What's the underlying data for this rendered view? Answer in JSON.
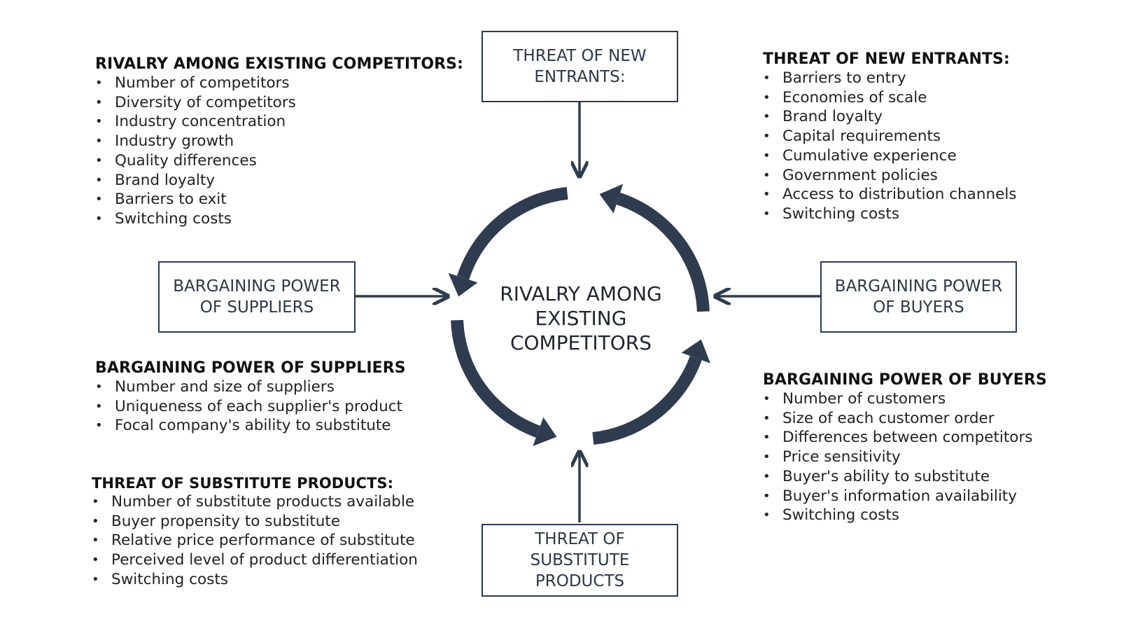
{
  "boxes": {
    "new_entrants": "THREAT OF NEW\nENTRANTS:",
    "suppliers": "BARGAINING POWER\nOF SUPPLIERS",
    "buyers": "BARGAINING POWER\nOF BUYERS",
    "substitutes": "THREAT OF\nSUBSTITUTE\nPRODUCTS"
  },
  "center": "RIVALRY AMONG\nEXISTING\nCOMPETITORS",
  "panels": {
    "rivalry": {
      "title": "RIVALRY AMONG EXISTING COMPETITORS:",
      "items": [
        "Number of competitors",
        "Diversity of competitors",
        "Industry concentration",
        "Industry growth",
        "Quality differences",
        "Brand loyalty",
        "Barriers to exit",
        "Switching costs"
      ]
    },
    "new_entrants": {
      "title": "THREAT OF NEW ENTRANTS:",
      "items": [
        "Barriers to entry",
        "Economies of scale",
        "Brand loyalty",
        "Capital requirements",
        "Cumulative experience",
        "Government policies",
        "Access to distribution channels",
        "Switching costs"
      ]
    },
    "suppliers": {
      "title": "BARGAINING POWER OF SUPPLIERS",
      "items": [
        "Number and size of suppliers",
        "Uniqueness of each supplier's product",
        "Focal company's ability to substitute"
      ]
    },
    "buyers": {
      "title": "BARGAINING POWER OF BUYERS",
      "items": [
        "Number of customers",
        "Size of each customer order",
        "Differences between competitors",
        "Price sensitivity",
        "Buyer's ability to substitute",
        "Buyer's information availability",
        "Switching costs"
      ]
    },
    "substitutes": {
      "title": "THREAT OF SUBSTITUTE PRODUCTS:",
      "items": [
        "Number of substitute products available",
        "Buyer propensity to substitute",
        "Relative price performance of substitute",
        "Perceived level of product differentiation",
        "Switching costs"
      ]
    }
  },
  "colors": {
    "arrow": "#2f3b4f",
    "box_border": "#2b3a55"
  }
}
